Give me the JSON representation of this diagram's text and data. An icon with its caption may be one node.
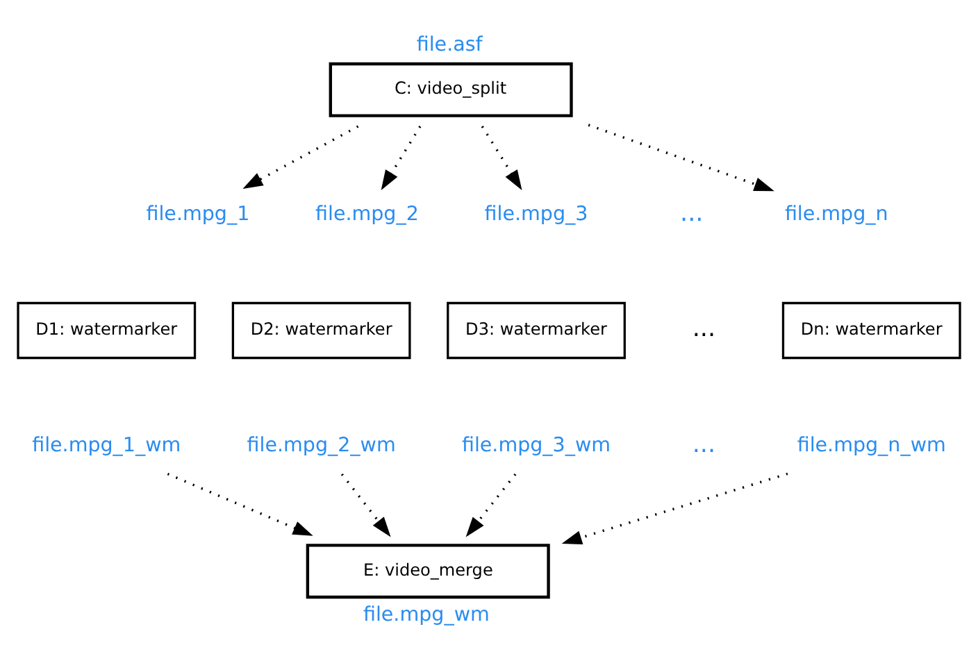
{
  "diagram": {
    "nodes": [
      {
        "text": [
          "C: video_split"
        ],
        "beside": [
          "file.asf"
        ]
      },
      {
        "text": [
          "file.mpg_1"
        ]
      },
      {
        "text": [
          "file.mpg_2"
        ]
      },
      {
        "text": [
          "file.mpg_3"
        ]
      },
      {
        "text": [
          "file.mpg_n"
        ]
      },
      {
        "text": [
          "D1: watermarker"
        ]
      },
      {
        "text": [
          "D2: watermarker"
        ]
      },
      {
        "text": [
          "D3: watermarker"
        ]
      },
      {
        "text": [
          "Dn: watermarker"
        ]
      },
      {
        "text": [
          "file.mpg_1_wm"
        ]
      },
      {
        "text": [
          "file.mpg_2_wm"
        ]
      },
      {
        "text": [
          "file.mpg_3_wm"
        ]
      },
      {
        "text": [
          "file.mpg_n_wm"
        ]
      },
      {
        "text": [
          "E: video_merge"
        ],
        "beside": [
          "file.mpg_wm"
        ]
      }
    ],
    "edges": [
      {
        "from": 0,
        "to": 1,
        "arrow": "to"
      },
      {
        "from": 0,
        "to": 2,
        "arrow": "to"
      },
      {
        "from": 0,
        "to": 3,
        "arrow": "to"
      },
      {
        "from": 0,
        "to": 4,
        "arrow": "to"
      },
      {
        "from": 9,
        "to": 13,
        "arrow": "to"
      },
      {
        "from": 10,
        "to": 13,
        "arrow": "to"
      },
      {
        "from": 11,
        "to": 13,
        "arrow": "to"
      },
      {
        "from": 12,
        "to": 13,
        "arrow": "to"
      }
    ],
    "labels": [
      "...",
      "...",
      "..."
    ]
  }
}
